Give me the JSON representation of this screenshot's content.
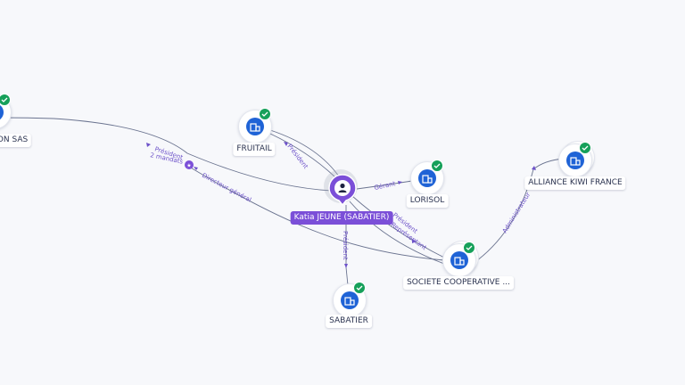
{
  "person": {
    "name": "Katia JEUNE (SABATIER)",
    "icon": "person-icon",
    "color": "#7b4fd8"
  },
  "companies": {
    "left_partial": {
      "label": "ON SAS"
    },
    "fruitail": {
      "label": "FRUITAIL"
    },
    "lorisol": {
      "label": "LORISOL"
    },
    "alliance": {
      "label": "ALLIANCE KIWI FRANCE"
    },
    "cooperative": {
      "label": "SOCIETE COOPERATIVE ..."
    },
    "sabatier": {
      "label": "SABATIER"
    }
  },
  "edges": {
    "left_president": "Président",
    "left_mandates": "2 mandats",
    "directeur": "Directeur général",
    "fruitail_president": "Président",
    "lorisol_gerant": "Gérant",
    "coop_president": "Président",
    "coop_secondary": "Représentant",
    "sabatier_president": "Président",
    "alliance_admin": "Administrateur"
  },
  "colors": {
    "edge": "#6b7490",
    "edge_label": "#6d52c9",
    "company_icon_bg": "#1f63d6",
    "verified_badge": "#16a05a",
    "background": "#f7f8fb"
  },
  "icons": {
    "company": "building-icon",
    "verified": "check-badge-icon",
    "mandates": "star-badge-icon"
  }
}
